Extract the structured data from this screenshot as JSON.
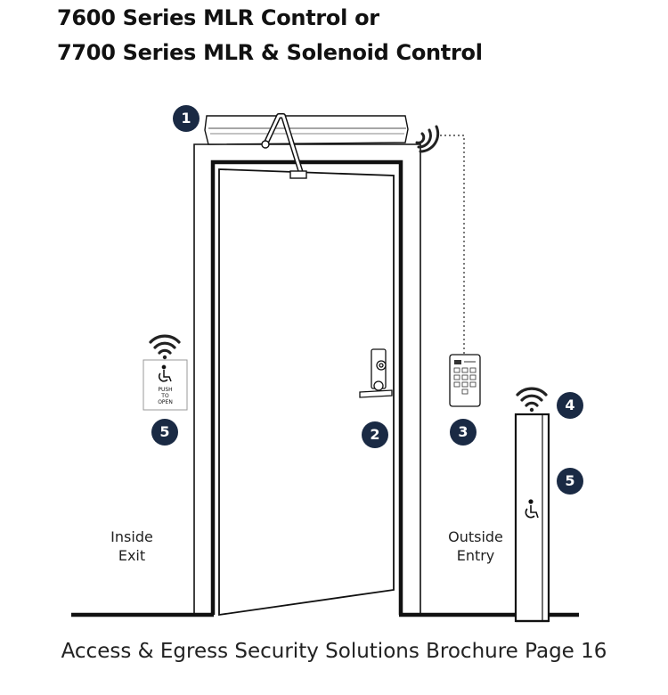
{
  "title": {
    "line1": "7600 Series MLR Control or",
    "line2": "7700 Series MLR & Solenoid Control"
  },
  "labels": {
    "inside_line1": "Inside",
    "inside_line2": "Exit",
    "outside_line1": "Outside",
    "outside_line2": "Entry"
  },
  "push_plate": {
    "line1": "PUSH",
    "line2": "TO",
    "line3": "OPEN"
  },
  "badges": {
    "operator": "1",
    "lock": "2",
    "keypad": "3",
    "bollard_sensor": "4",
    "bollard_switch": "5",
    "push_plate": "5"
  },
  "icons": {
    "accessibility": "wheelchair-icon",
    "wireless": "wireless-signal-icon"
  },
  "colors": {
    "badge": "#1a2a44",
    "line": "#111111"
  },
  "footer": "Access & Egress Security Solutions Brochure Page 16"
}
